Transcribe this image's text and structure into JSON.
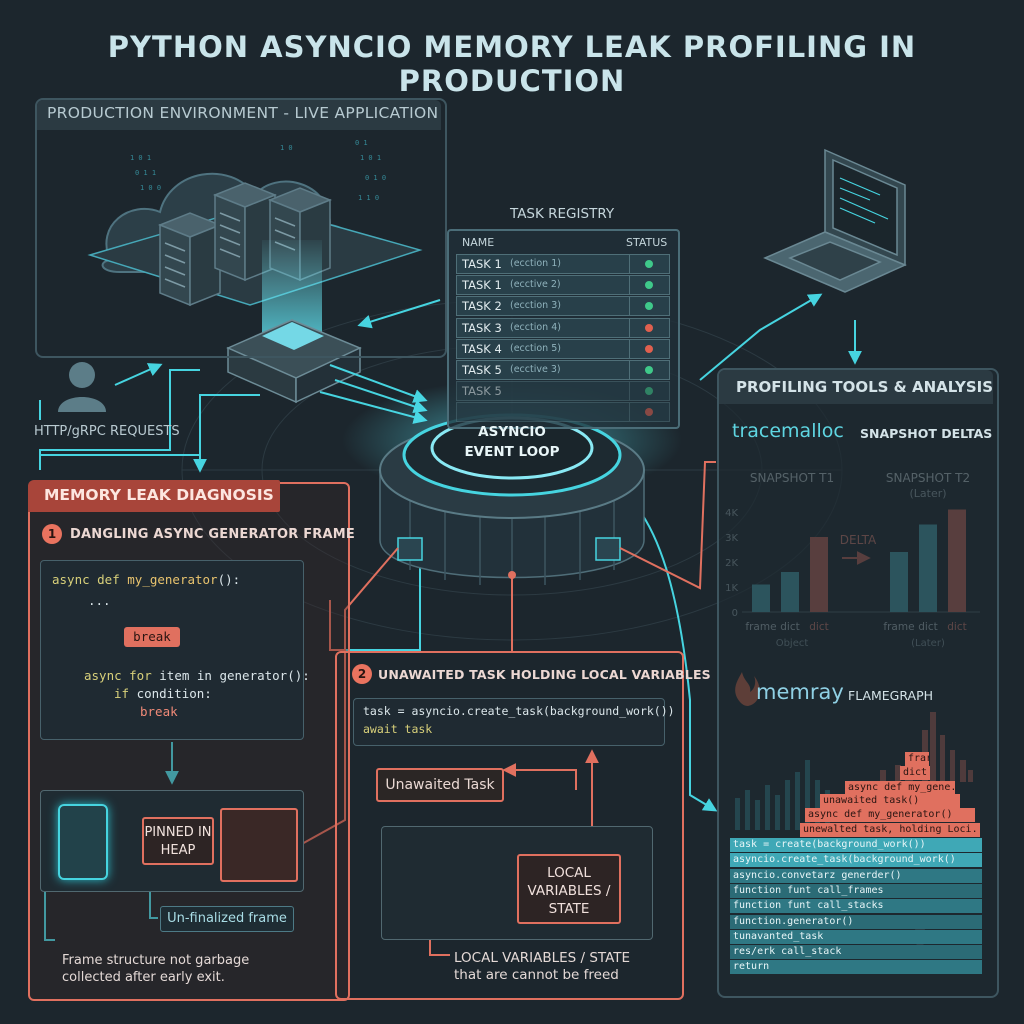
{
  "title": "PYTHON ASYNCIO MEMORY LEAK PROFILING IN PRODUCTION",
  "colors": {
    "background": "#1c262d",
    "cyan": "#46d4e0",
    "coral": "#e0705f",
    "green_status": "#3fc98a",
    "red_status": "#e0604f"
  },
  "production": {
    "label": "PRODUCTION ENVIRONMENT - LIVE APPLICATION",
    "requests_label": "HTTP/gRPC REQUESTS",
    "icons": [
      "cloud-icon",
      "server-rack-icon",
      "user-icon"
    ]
  },
  "task_registry": {
    "title": "TASK REGISTRY",
    "col_name": "NAME",
    "col_status": "STATUS",
    "rows": [
      {
        "name": "TASK 1",
        "phase": "(ecction 1)",
        "status": "green"
      },
      {
        "name": "TASK 1",
        "phase": "(ecctive 2)",
        "status": "green"
      },
      {
        "name": "TASK 2",
        "phase": "(ecction 3)",
        "status": "green"
      },
      {
        "name": "TASK 3",
        "phase": "(ecction 4)",
        "status": "red"
      },
      {
        "name": "TASK 4",
        "phase": "(ecction 5)",
        "status": "red"
      },
      {
        "name": "TASK 5",
        "phase": "(ecctive 3)",
        "status": "green"
      },
      {
        "name": "TASK 5",
        "phase": "",
        "status": "green"
      },
      {
        "name": "",
        "phase": "",
        "status": "red"
      }
    ]
  },
  "event_loop": {
    "line1": "ASYNCIO",
    "line2": "EVENT LOOP"
  },
  "diagnosis": {
    "header": "MEMORY LEAK DIAGNOSIS",
    "section1": {
      "number": "1",
      "title": "DANGLING ASYNC GENERATOR FRAME",
      "code": {
        "line1_kw": "async def ",
        "line1_fn": "my_generator",
        "line1_rest": "():",
        "line2": "...",
        "break_badge": "break",
        "line3_kw": "async for ",
        "line3_rest": "item in generator():",
        "line4_kw": "if ",
        "line4_rest": "condition:",
        "line5": "break"
      },
      "pinned": "PINNED IN HEAP",
      "unfinalized": "Un-finalized frame",
      "note": "Frame structure not garbage collected after early exit."
    },
    "section2": {
      "number": "2",
      "title": "UNAWAITED TASK HOLDING LOCAL VARIABLES",
      "code_line1": "task = asyncio.create_task(background_work())",
      "code_line2": "await task",
      "unawaited": "Unawaited Task",
      "local_box": "LOCAL VARIABLES / STATE",
      "note": "LOCAL VARIABLES / STATE that are cannot be freed"
    }
  },
  "profiling": {
    "title": "PROFILING TOOLS & ANALYSIS",
    "tracemalloc": {
      "name": "tracemalloc",
      "subtitle": "SNAPSHOT DELTAS"
    },
    "memray": {
      "name": "memray",
      "subtitle": "FLAMEGRAPH"
    }
  },
  "chart_data": {
    "type": "bar",
    "ylim": [
      0,
      4000
    ],
    "yticks": [
      "0",
      "1K",
      "2K",
      "3K",
      "4K"
    ],
    "annotation": "DELTA",
    "groups": [
      {
        "label": "SNAPSHOT T1",
        "sublabel": "",
        "xlabel": "Object",
        "categories": [
          "frame",
          "dict",
          "dict"
        ],
        "values": [
          1100,
          1600,
          3000
        ]
      },
      {
        "label": "SNAPSHOT T2",
        "sublabel": "(Later)",
        "xlabel": "(Later)",
        "categories": [
          "frame",
          "dict",
          "dict"
        ],
        "values": [
          2400,
          3500,
          4100
        ]
      }
    ]
  },
  "flamegraph": {
    "rows": [
      {
        "text": "task = create(background_work())",
        "kind": "cyan"
      },
      {
        "text": "asyncio.create_task(background_work()",
        "kind": "cyan"
      },
      {
        "text": "asyncio.convetarz generder()",
        "kind": "cyan"
      },
      {
        "text": "function funt call_frames",
        "kind": "cyan"
      },
      {
        "text": "function funt call_stacks",
        "kind": "cyan"
      },
      {
        "text": "function.generator()",
        "kind": "cyan"
      },
      {
        "text": "tunavanted_task",
        "kind": "cyan"
      },
      {
        "text": "res/erk call_stack",
        "kind": "cyan"
      },
      {
        "text": "return",
        "kind": "cyan"
      }
    ],
    "hot_rows": [
      {
        "text": "unewalted task, holding Loci...",
        "kind": "coral"
      },
      {
        "text": "async def my_generator()",
        "kind": "coral"
      },
      {
        "text": "unawaited task()",
        "kind": "coral"
      },
      {
        "text": "async def my_gene...",
        "kind": "coral"
      },
      {
        "text": "dict",
        "kind": "coral"
      },
      {
        "text": "frar...",
        "kind": "coral"
      }
    ]
  }
}
